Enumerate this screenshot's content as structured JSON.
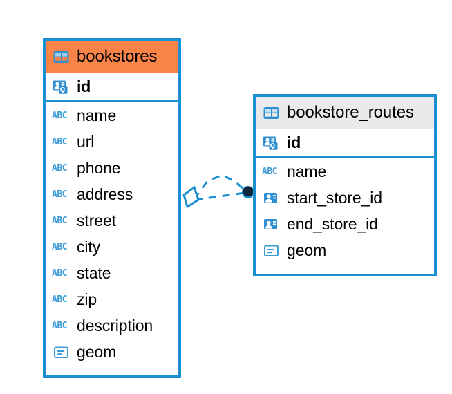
{
  "diagram": {
    "type": "entity-relationship-diagram",
    "background": "#ffffff",
    "colors": {
      "border": "#1a8fd1",
      "header_orange": "#fa8347",
      "header_gray": "#eaeaea",
      "icon_blue": "#2f8fd0",
      "icon_abc_blue": "#3d9bd6",
      "connector_blue": "#1a8fd1",
      "connector_endpoint": "#10263a",
      "text": "#000000"
    },
    "entities": [
      {
        "id": "bookstores",
        "name": "bookstores",
        "header_style": "accent-orange",
        "header_icon": "table-icon-orange",
        "fields": [
          {
            "name": "id",
            "icon": "primary-key-icon",
            "kind": "pk"
          },
          {
            "name": "name",
            "icon": "abc-text-icon",
            "kind": "text"
          },
          {
            "name": "url",
            "icon": "abc-text-icon",
            "kind": "text"
          },
          {
            "name": "phone",
            "icon": "abc-text-icon",
            "kind": "text"
          },
          {
            "name": "address",
            "icon": "abc-text-icon",
            "kind": "text"
          },
          {
            "name": "street",
            "icon": "abc-text-icon",
            "kind": "text"
          },
          {
            "name": "city",
            "icon": "abc-text-icon",
            "kind": "text"
          },
          {
            "name": "state",
            "icon": "abc-text-icon",
            "kind": "text"
          },
          {
            "name": "zip",
            "icon": "abc-text-icon",
            "kind": "text"
          },
          {
            "name": "description",
            "icon": "abc-text-icon",
            "kind": "text"
          },
          {
            "name": "geom",
            "icon": "geometry-icon",
            "kind": "geometry"
          }
        ]
      },
      {
        "id": "bookstore_routes",
        "name": "bookstore_routes",
        "header_style": "accent-gray",
        "header_icon": "table-icon-gray",
        "fields": [
          {
            "name": "id",
            "icon": "primary-key-icon",
            "kind": "pk"
          },
          {
            "name": "name",
            "icon": "abc-text-icon",
            "kind": "text"
          },
          {
            "name": "start_store_id",
            "icon": "foreign-key-icon",
            "kind": "fk"
          },
          {
            "name": "end_store_id",
            "icon": "foreign-key-icon",
            "kind": "fk"
          },
          {
            "name": "geom",
            "icon": "geometry-icon",
            "kind": "geometry"
          }
        ]
      }
    ],
    "relationship": {
      "from_entity": "bookstores",
      "to_entity": "bookstore_routes",
      "from_endpoint": "rhombus-endpoint",
      "to_endpoint": "filled-circle-endpoint",
      "line_style": "dashed",
      "cardinality": "one-to-many"
    },
    "icon_labels": {
      "abc": "ABC"
    }
  }
}
